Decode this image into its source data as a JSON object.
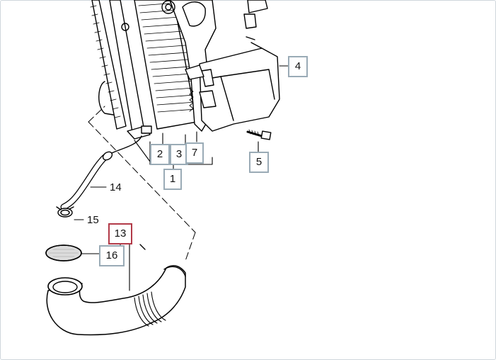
{
  "diagram": {
    "callouts": [
      {
        "id": "c1",
        "label": "1"
      },
      {
        "id": "c2",
        "label": "2"
      },
      {
        "id": "c3",
        "label": "3"
      },
      {
        "id": "c4",
        "label": "4"
      },
      {
        "id": "c5",
        "label": "5"
      },
      {
        "id": "c7",
        "label": "7"
      },
      {
        "id": "c13",
        "label": "13",
        "highlighted": true
      },
      {
        "id": "c16",
        "label": "16"
      }
    ],
    "plain_labels": [
      {
        "id": "p14",
        "label": "14"
      },
      {
        "id": "p15",
        "label": "15"
      }
    ],
    "range_dash": "-",
    "colors": {
      "line": "#000000",
      "callout_border": "#9aabb6",
      "highlight_border": "#b23a48",
      "mesh_fill": "#dcdcdc"
    }
  }
}
